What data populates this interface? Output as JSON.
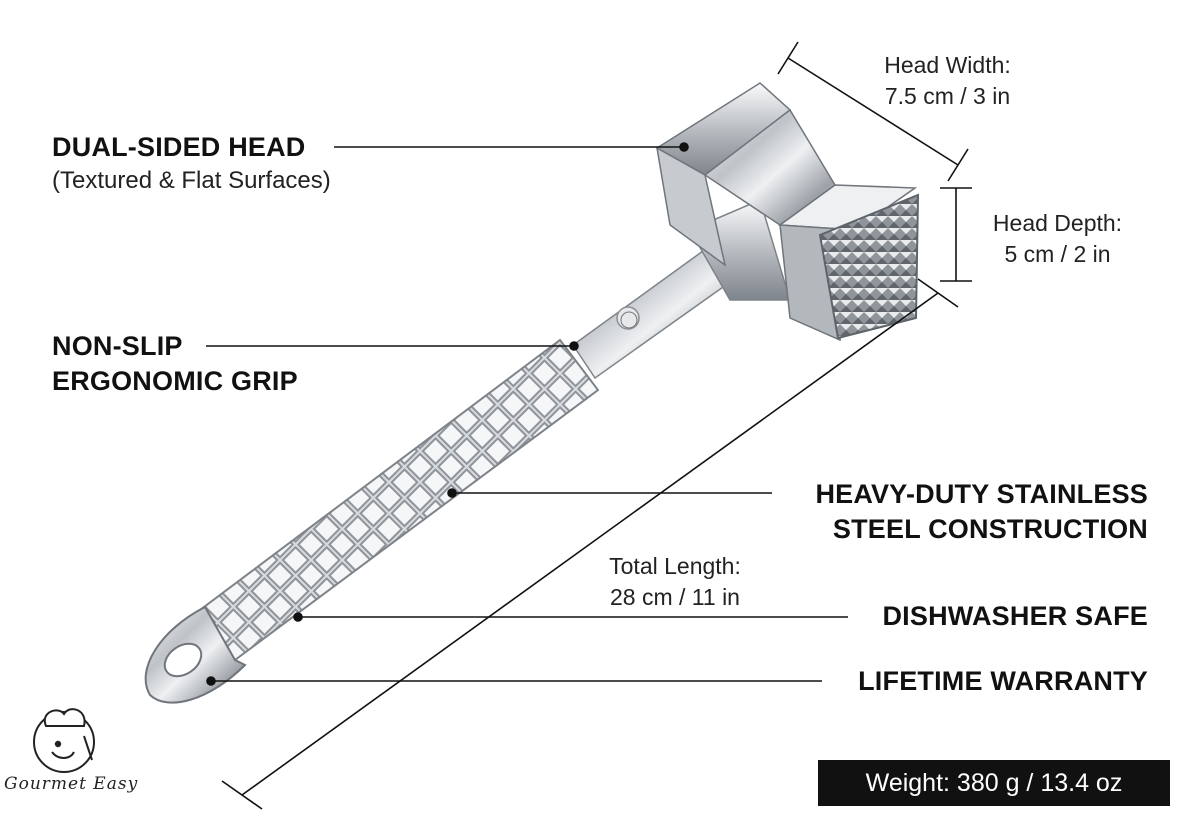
{
  "features": {
    "dual_head_title": "DUAL-SIDED HEAD",
    "dual_head_sub": "(Textured & Flat Surfaces)",
    "grip_line1": "NON-SLIP",
    "grip_line2": "ERGONOMIC GRIP",
    "steel_line1": "HEAVY-DUTY STAINLESS",
    "steel_line2": "STEEL CONSTRUCTION",
    "dishwasher": "DISHWASHER SAFE",
    "warranty": "LIFETIME WARRANTY"
  },
  "dimensions": {
    "head_width_label": "Head Width:",
    "head_width_value": "7.5 cm / 3 in",
    "head_depth_label": "Head Depth:",
    "head_depth_value": "5 cm / 2 in",
    "total_length_label": "Total Length:",
    "total_length_value": "28 cm / 11 in"
  },
  "weight": "Weight: 380 g / 13.4 oz",
  "brand": {
    "name": "Gourmet Easy",
    "icon": "chef-logo-icon"
  },
  "product": {
    "icon": "meat-tenderizer-mallet-icon",
    "metal_color": "#c9ccd0"
  }
}
